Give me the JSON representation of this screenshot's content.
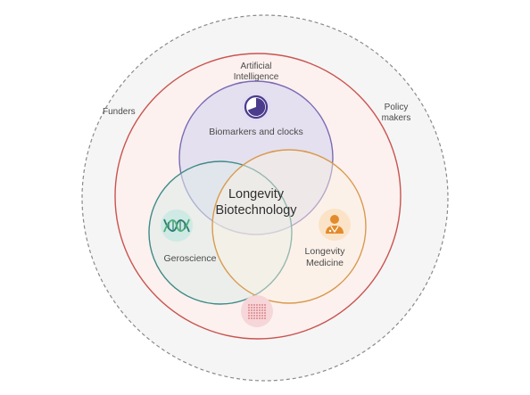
{
  "outer_ring": {
    "left_label": "Funders",
    "right_label_line1": "Policy",
    "right_label_line2": "makers"
  },
  "top_group": {
    "label_line1": "Artificial",
    "label_line2": "Intelligence",
    "icon": "pie-timer-icon"
  },
  "circles": {
    "biomarkers": {
      "label": "Biomarkers and clocks",
      "color": "#7b6bb5"
    },
    "geroscience": {
      "label": "Geroscience",
      "color": "#3f8a86",
      "icon": "dna-icon"
    },
    "medicine": {
      "label_line1": "Longevity",
      "label_line2": "Medicine",
      "color": "#d99a4e",
      "icon": "doctor-icon"
    }
  },
  "center": {
    "line1": "Longevity",
    "line2": "Biotechnology"
  },
  "bottom_icon": "microarray-icon",
  "colors": {
    "outer_fill": "#f5f5f5",
    "outer_dash": "#8a8a8a",
    "red_ring": "#c9534f",
    "red_fill": "#fcf1ef"
  }
}
